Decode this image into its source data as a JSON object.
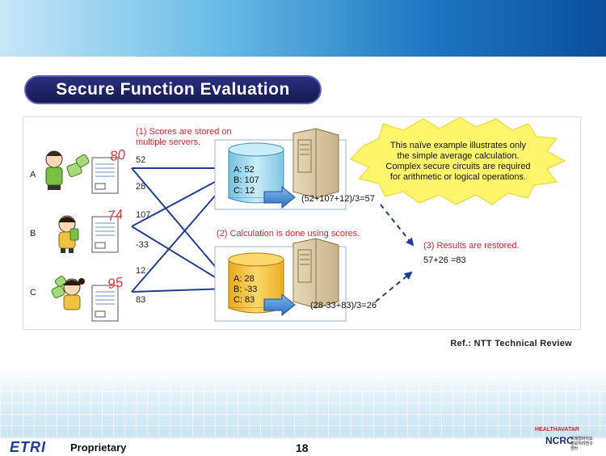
{
  "slide": {
    "title": "Secure Function Evaluation",
    "reference": "Ref.: NTT Technical Review",
    "footer_text": "Proprietary",
    "page_number": "18",
    "etri_logo": "ETRI",
    "ncrc_logo_top": "HEALTHAVATAR",
    "ncrc_logo_main": "NCRC",
    "ncrc_logo_sub": "미래형바이오 정보처리연구센터"
  },
  "diagram": {
    "step1": [
      "(1) Scores are stored on",
      "multiple servers."
    ],
    "step2": "(2) Calculation is done using scores.",
    "step3": "(3) Results are restored.",
    "note": [
      "This naïve example illustrates only",
      "the simple average calculation.",
      "Complex secure circuits are required",
      "for arithmetic or logical operations."
    ],
    "users": [
      {
        "label": "A",
        "score": "80",
        "share1": "52",
        "share2": "28"
      },
      {
        "label": "B",
        "score": "74",
        "share1": "107",
        "share2": "-33"
      },
      {
        "label": "C",
        "score": "95",
        "share1": "12",
        "share2": "83"
      }
    ],
    "server1": {
      "lines": [
        "A: 52",
        "B: 107",
        "C: 12"
      ],
      "formula": "(52+107+12)/3=57",
      "color": "#9ed5ea"
    },
    "server2": {
      "lines": [
        "A: 28",
        "B: -33",
        "C: 83"
      ],
      "formula": "(28-33+83)/3=26",
      "color": "#f7c44a"
    },
    "result": "57+26 =83"
  }
}
